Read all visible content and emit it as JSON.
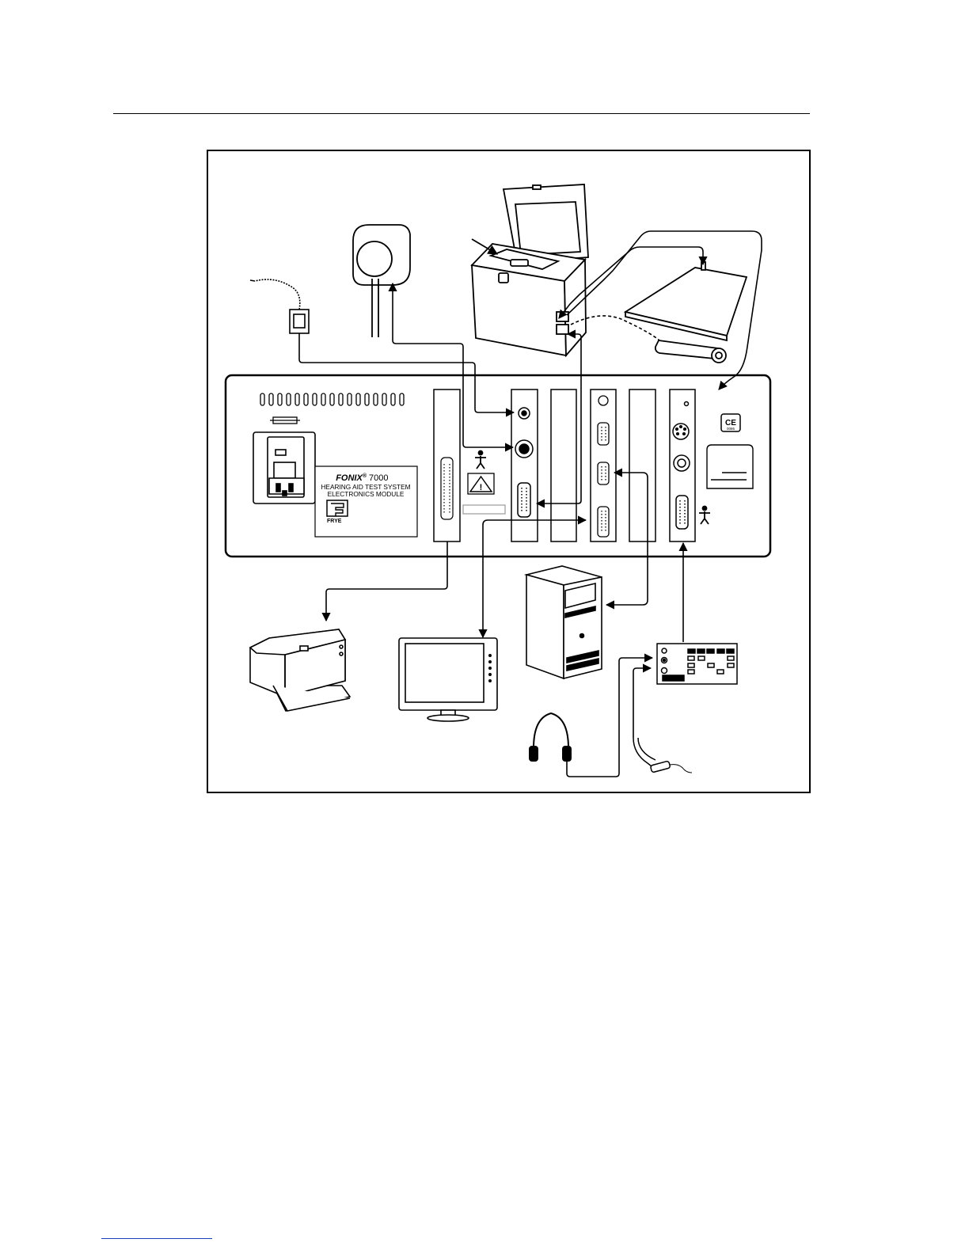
{
  "module_label": {
    "brand": "FONIX",
    "registered": "®",
    "model": "7000",
    "line1": "HEARING AID TEST SYSTEM",
    "line2": "ELECTRONICS MODULE",
    "maker": "FRYE"
  },
  "ce_mark": {
    "symbol": "CE",
    "number": "0086"
  },
  "warning_symbol": "!"
}
